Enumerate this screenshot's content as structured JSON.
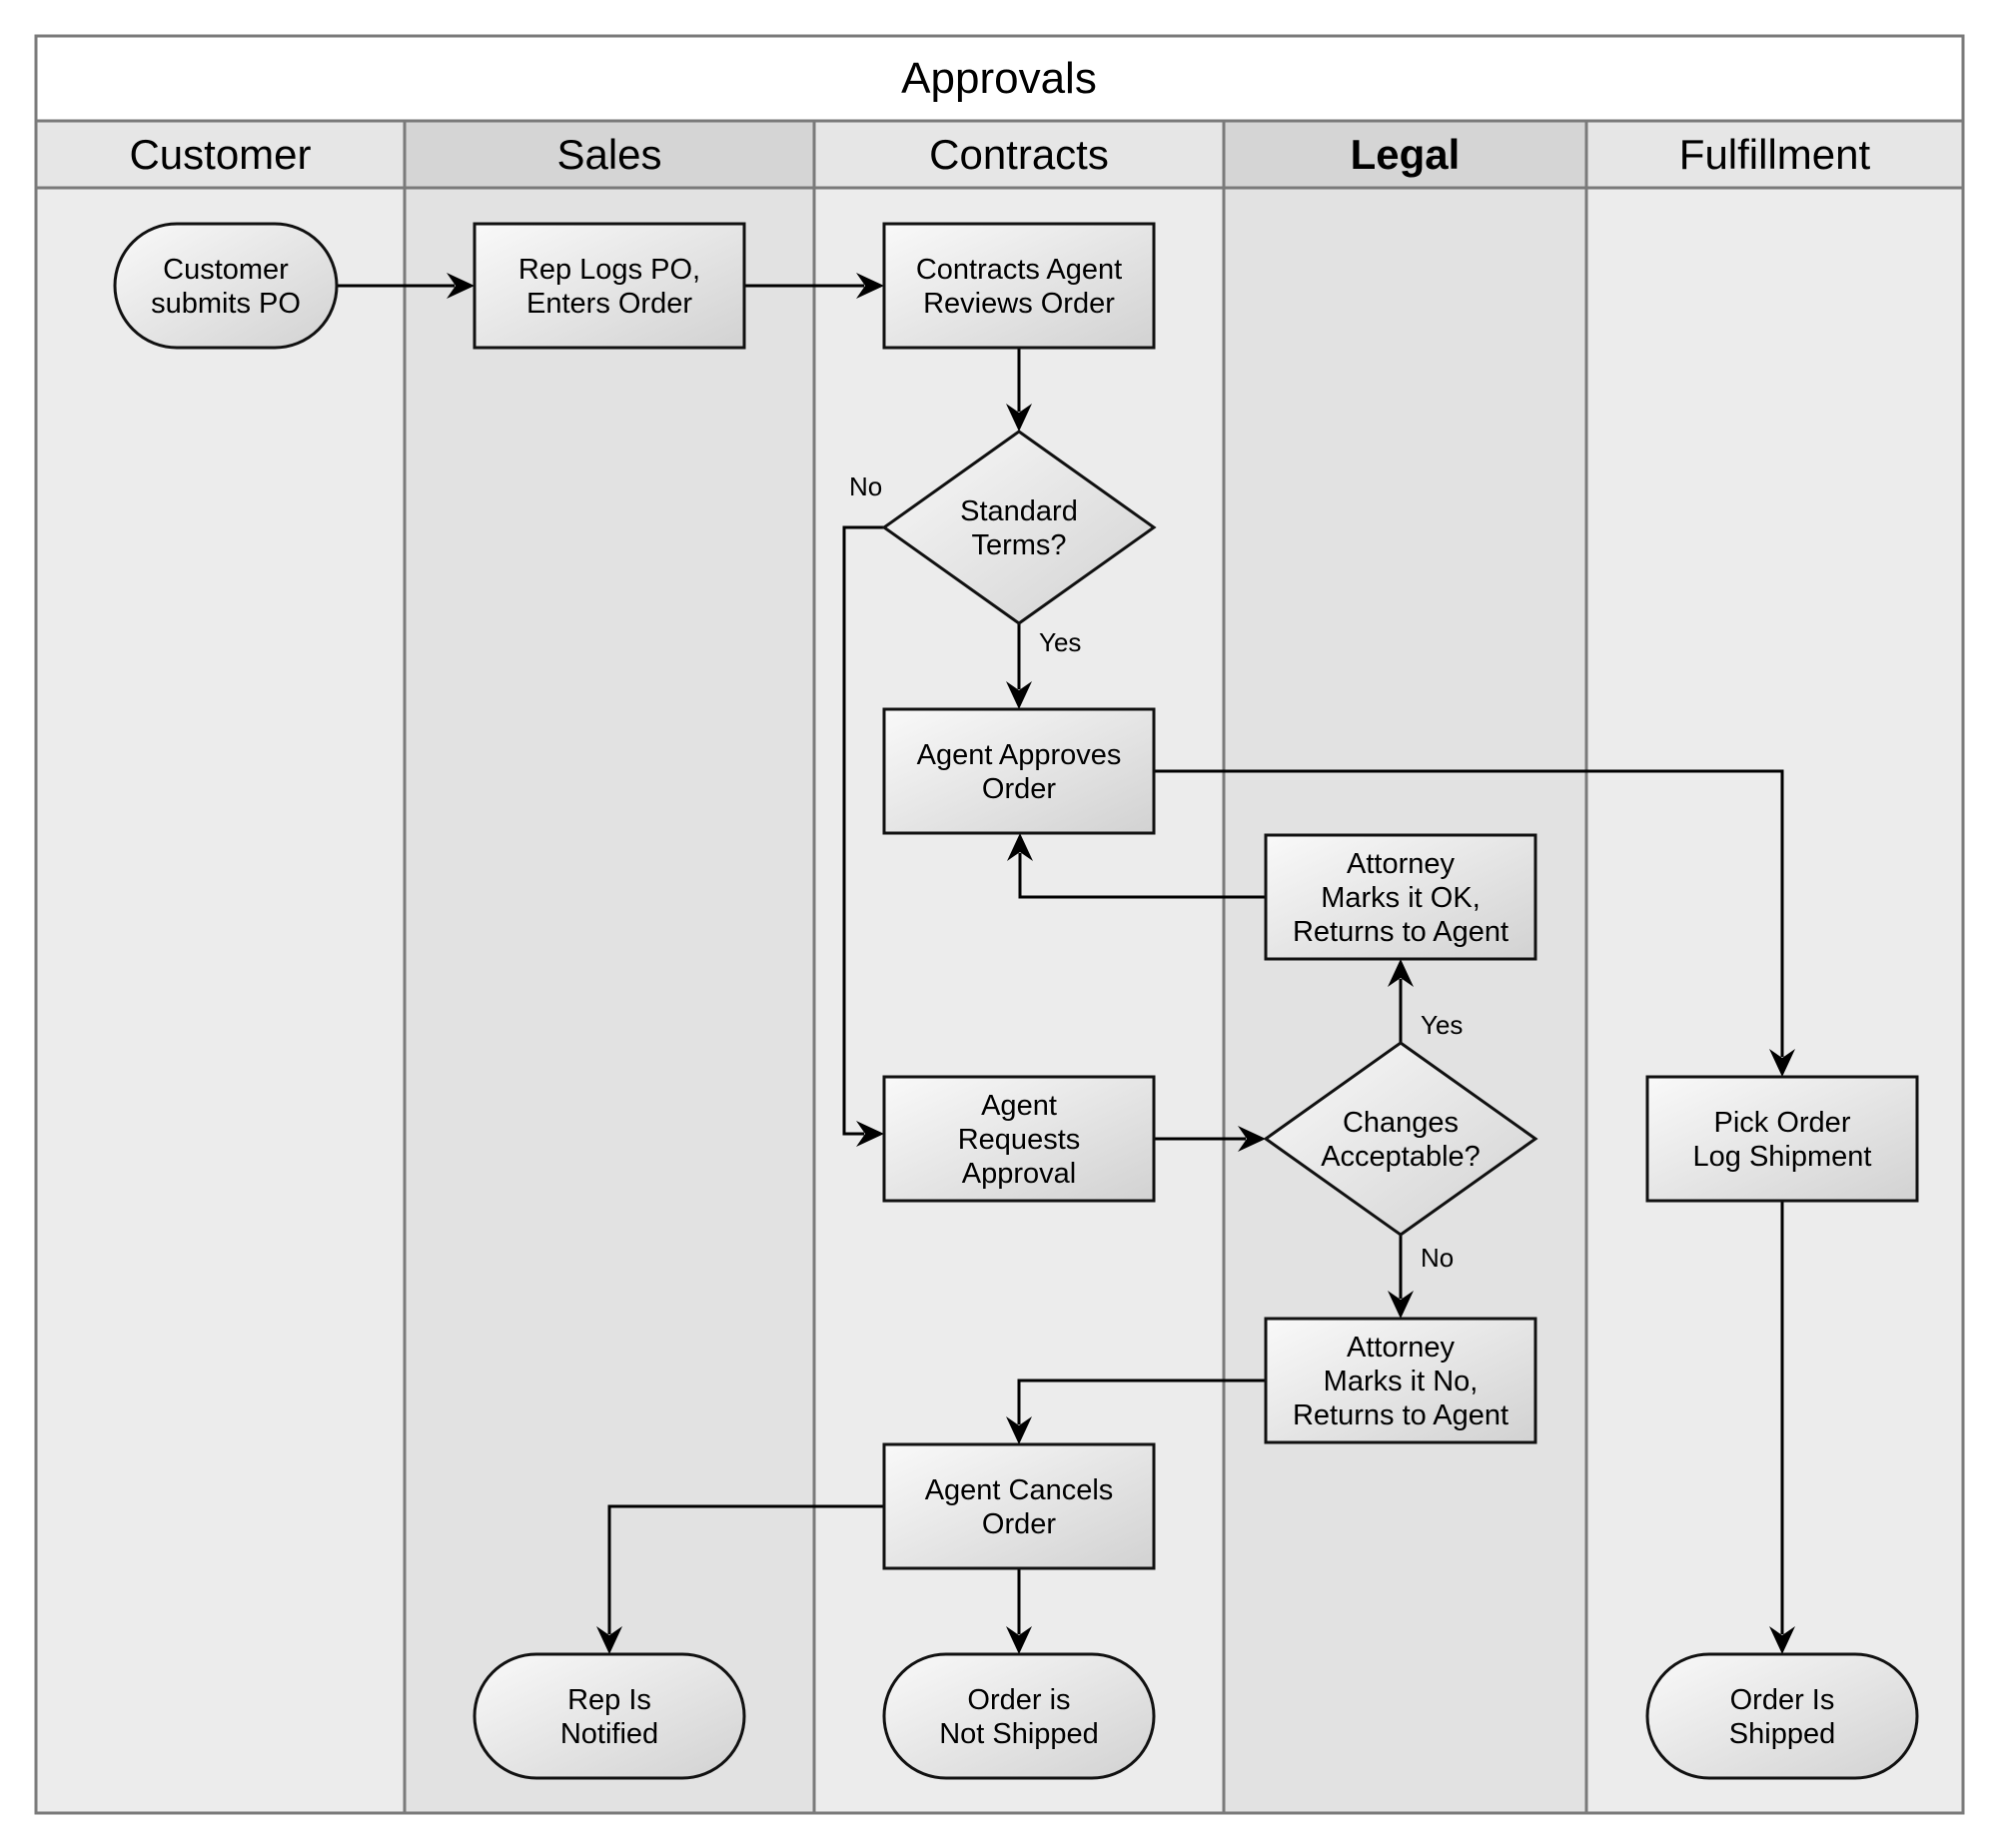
{
  "diagram": {
    "title": "Approvals",
    "lanes": [
      {
        "id": "customer",
        "label": "Customer",
        "bold": false
      },
      {
        "id": "sales",
        "label": "Sales",
        "bold": false
      },
      {
        "id": "contracts",
        "label": "Contracts",
        "bold": false
      },
      {
        "id": "legal",
        "label": "Legal",
        "bold": true
      },
      {
        "id": "fulfillment",
        "label": "Fulfillment",
        "bold": false
      }
    ],
    "nodes": [
      {
        "id": "customer-submits-po",
        "shape": "terminal",
        "lane": "customer",
        "lines": [
          "Customer",
          "submits PO"
        ]
      },
      {
        "id": "rep-logs-po",
        "shape": "process",
        "lane": "sales",
        "lines": [
          "Rep Logs PO,",
          "Enters Order"
        ]
      },
      {
        "id": "contracts-agent-reviews",
        "shape": "process",
        "lane": "contracts",
        "lines": [
          "Contracts Agent",
          "Reviews Order"
        ]
      },
      {
        "id": "standard-terms",
        "shape": "decision",
        "lane": "contracts",
        "lines": [
          "Standard",
          "Terms?"
        ]
      },
      {
        "id": "agent-approves-order",
        "shape": "process",
        "lane": "contracts",
        "lines": [
          "Agent Approves",
          "Order"
        ]
      },
      {
        "id": "attorney-marks-ok",
        "shape": "process",
        "lane": "legal",
        "lines": [
          "Attorney",
          "Marks it OK,",
          "Returns to Agent"
        ]
      },
      {
        "id": "agent-requests-approval",
        "shape": "process",
        "lane": "contracts",
        "lines": [
          "Agent",
          "Requests",
          "Approval"
        ]
      },
      {
        "id": "changes-acceptable",
        "shape": "decision",
        "lane": "legal",
        "lines": [
          "Changes",
          "Acceptable?"
        ]
      },
      {
        "id": "pick-order",
        "shape": "process",
        "lane": "fulfillment",
        "lines": [
          "Pick Order",
          "Log Shipment"
        ]
      },
      {
        "id": "attorney-marks-no",
        "shape": "process",
        "lane": "legal",
        "lines": [
          "Attorney",
          "Marks it No,",
          "Returns to Agent"
        ]
      },
      {
        "id": "agent-cancels-order",
        "shape": "process",
        "lane": "contracts",
        "lines": [
          "Agent Cancels",
          "Order"
        ]
      },
      {
        "id": "rep-is-notified",
        "shape": "terminal",
        "lane": "sales",
        "lines": [
          "Rep Is",
          "Notified"
        ]
      },
      {
        "id": "order-not-shipped",
        "shape": "terminal",
        "lane": "contracts",
        "lines": [
          "Order is",
          "Not Shipped"
        ]
      },
      {
        "id": "order-is-shipped",
        "shape": "terminal",
        "lane": "fulfillment",
        "lines": [
          "Order Is",
          "Shipped"
        ]
      }
    ],
    "edges": [
      {
        "from": "customer-submits-po",
        "to": "rep-logs-po",
        "label": ""
      },
      {
        "from": "rep-logs-po",
        "to": "contracts-agent-reviews",
        "label": ""
      },
      {
        "from": "contracts-agent-reviews",
        "to": "standard-terms",
        "label": ""
      },
      {
        "from": "standard-terms",
        "to": "agent-approves-order",
        "label": "Yes"
      },
      {
        "from": "standard-terms",
        "to": "agent-requests-approval",
        "label": "No"
      },
      {
        "from": "agent-approves-order",
        "to": "pick-order",
        "label": ""
      },
      {
        "from": "attorney-marks-ok",
        "to": "agent-approves-order",
        "label": ""
      },
      {
        "from": "agent-requests-approval",
        "to": "changes-acceptable",
        "label": ""
      },
      {
        "from": "changes-acceptable",
        "to": "attorney-marks-ok",
        "label": "Yes"
      },
      {
        "from": "changes-acceptable",
        "to": "attorney-marks-no",
        "label": "No"
      },
      {
        "from": "attorney-marks-no",
        "to": "agent-cancels-order",
        "label": ""
      },
      {
        "from": "agent-cancels-order",
        "to": "rep-is-notified",
        "label": ""
      },
      {
        "from": "agent-cancels-order",
        "to": "order-not-shipped",
        "label": ""
      },
      {
        "from": "pick-order",
        "to": "order-is-shipped",
        "label": ""
      }
    ]
  }
}
